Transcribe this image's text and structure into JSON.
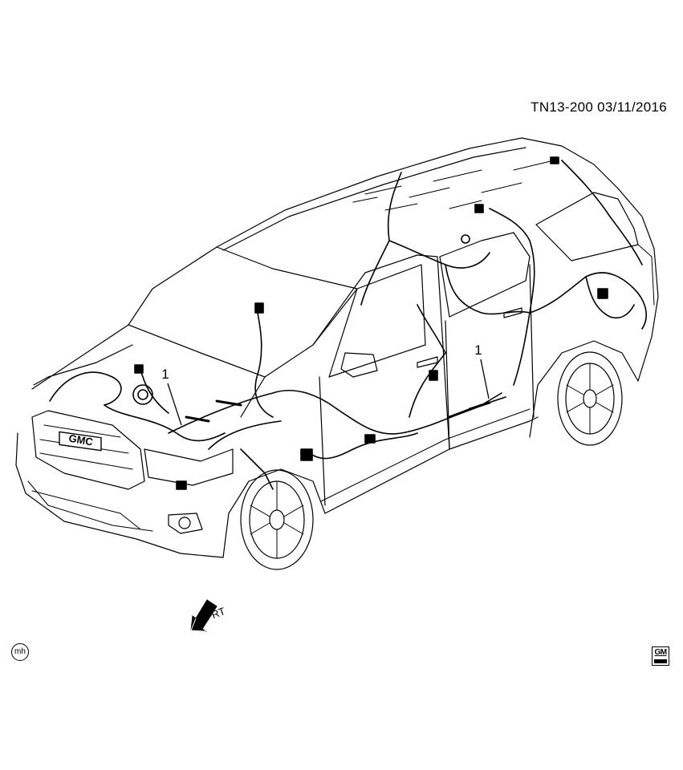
{
  "document": {
    "id": "TN13-200  03/11/2016",
    "author_mark": "mh"
  },
  "callouts": [
    {
      "label": "1"
    },
    {
      "label": "1"
    }
  ],
  "direction_arrow": {
    "label": "FRT",
    "icon": "front-direction-arrow-icon"
  },
  "vehicle": {
    "badge": "GMC",
    "icon": "suv-wiring-harness-illustration"
  },
  "brand_mark": {
    "icon": "gm-logo-icon",
    "text": "GM"
  }
}
